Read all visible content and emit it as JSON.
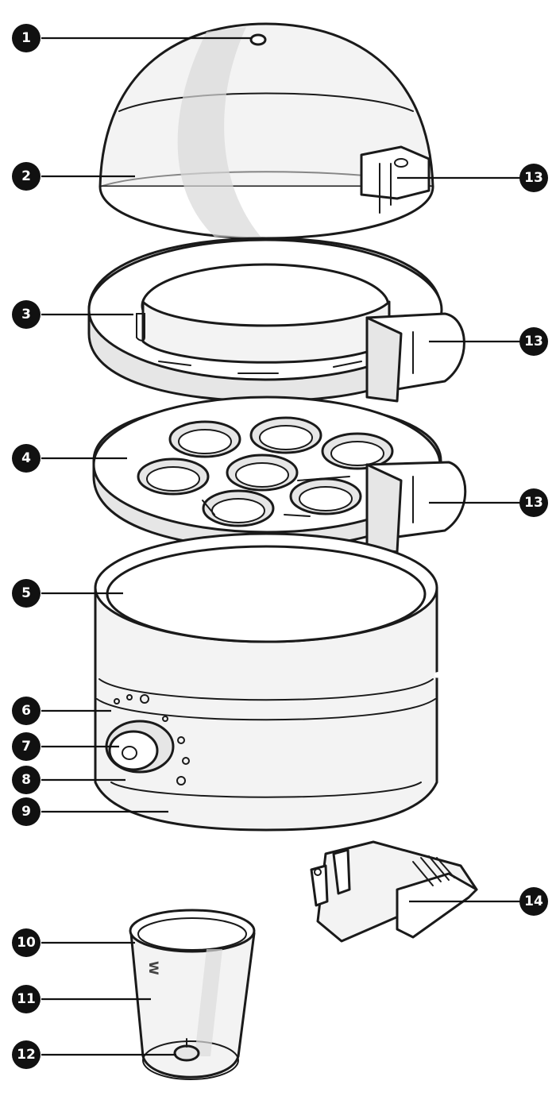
{
  "labels": {
    "l1": "1",
    "l2": "2",
    "l3": "3",
    "l4": "4",
    "l5": "5",
    "l6": "6",
    "l7": "7",
    "l8": "8",
    "l9": "9",
    "l10": "10",
    "l11": "11",
    "l12": "12",
    "l13a": "13",
    "l13b": "13",
    "l13c": "13",
    "l14": "14"
  },
  "cup_text": "W"
}
